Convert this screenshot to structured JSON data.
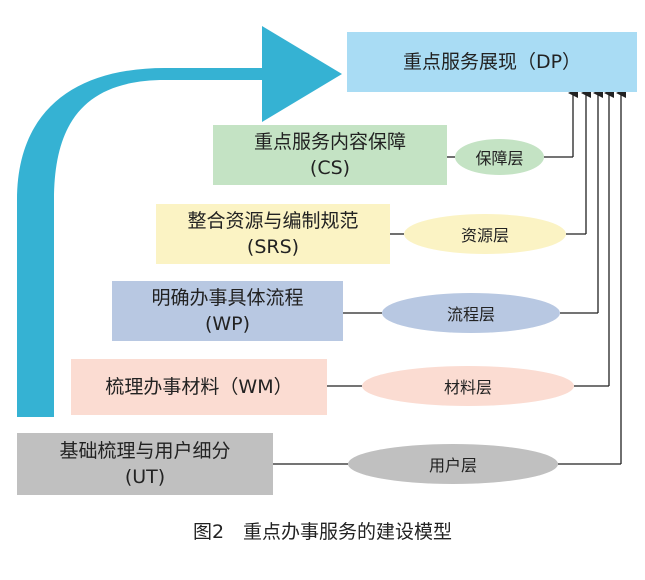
{
  "top": {
    "line1": "重点服务展现（DP）",
    "color": "#a9dcf4"
  },
  "layers": [
    {
      "id": "cs",
      "line1": "重点服务内容保障",
      "line2": "(CS)",
      "ellipse": "保障层",
      "box_color": "#c4e3c4",
      "ellipse_color": "#c4e3c4"
    },
    {
      "id": "srs",
      "line1": "整合资源与编制规范",
      "line2": "(SRS)",
      "ellipse": "资源层",
      "box_color": "#fbf3c4",
      "ellipse_color": "#fbf3c4"
    },
    {
      "id": "wp",
      "line1": "明确办事具体流程",
      "line2": "(WP)",
      "ellipse": "流程层",
      "box_color": "#b8c8e2",
      "ellipse_color": "#b8c8e2"
    },
    {
      "id": "wm",
      "line1": "梳理办事材料（WM）",
      "line2": "",
      "ellipse": "材料层",
      "box_color": "#fbdcd2",
      "ellipse_color": "#fbdcd2"
    },
    {
      "id": "ut",
      "line1": "基础梳理与用户细分",
      "line2": "(UT)",
      "ellipse": "用户层",
      "box_color": "#c0c0c0",
      "ellipse_color": "#c0c0c0"
    }
  ],
  "arrow_color": "#35b2d3",
  "caption": "图2　重点办事服务的建设模型"
}
